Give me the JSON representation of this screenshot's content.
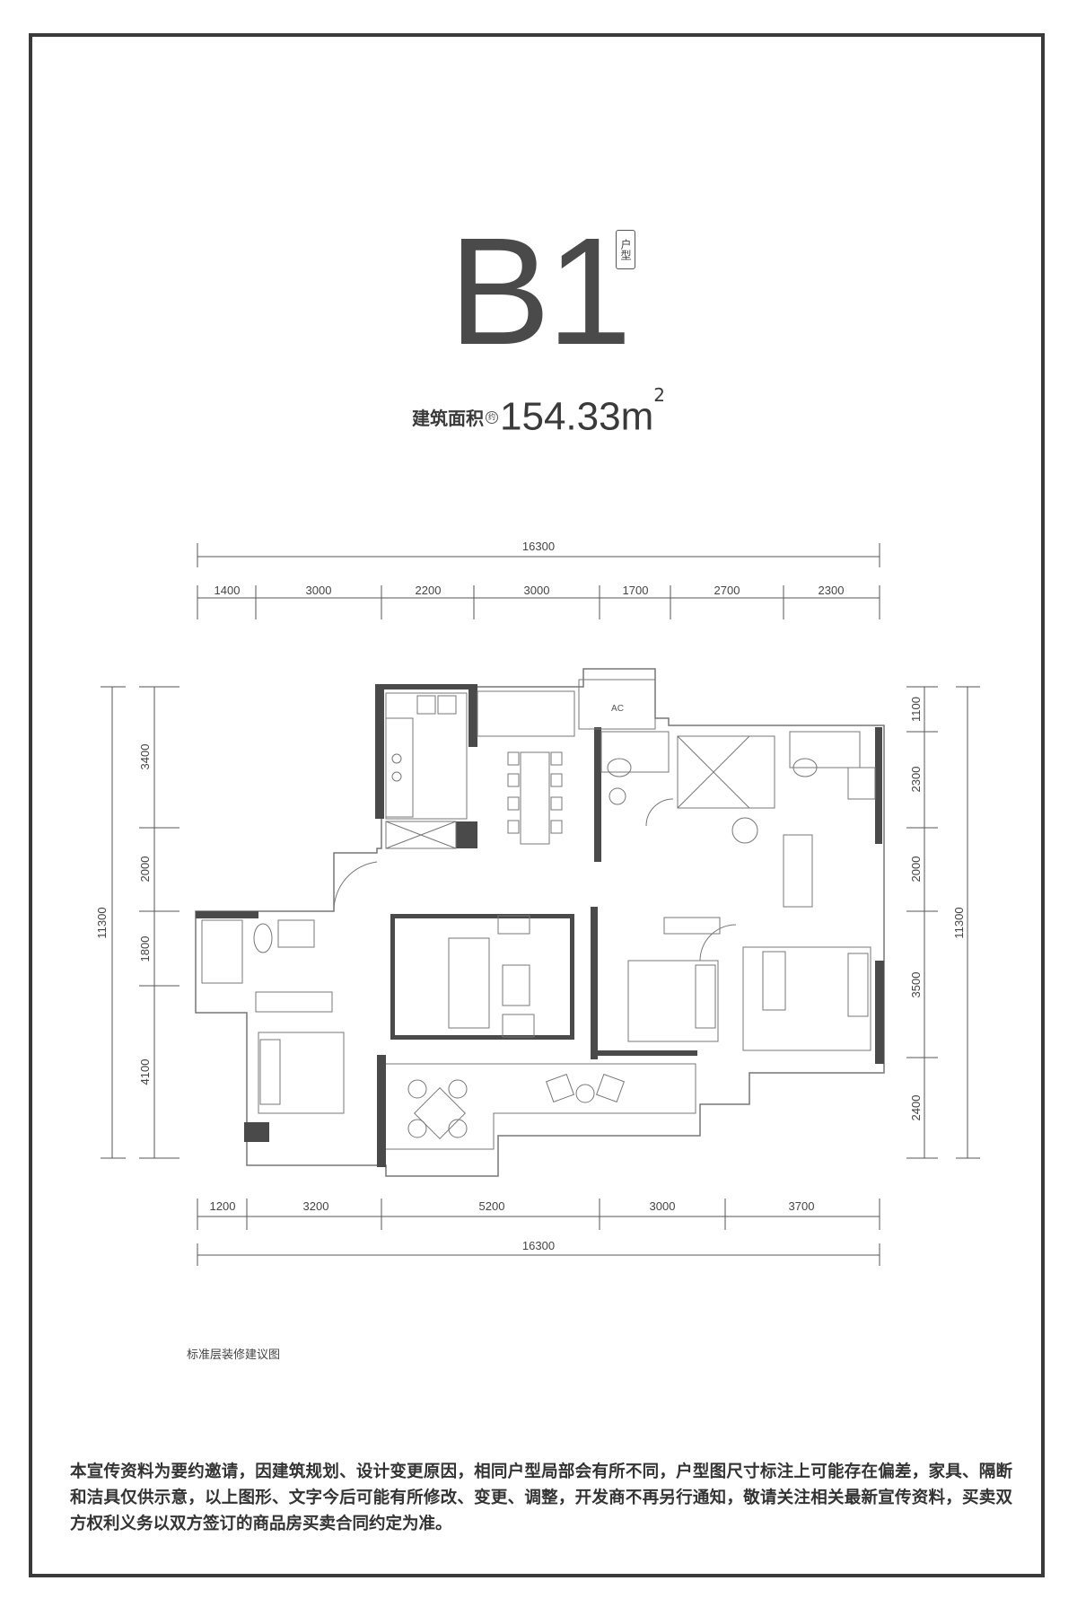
{
  "unit": {
    "code": "B1",
    "tag": "户型"
  },
  "area": {
    "label": "建筑面积",
    "approx_mark": "约",
    "value": "154.33",
    "unit": "m",
    "unit_power": "2"
  },
  "dimensions": {
    "top_total": "16300",
    "top_segments": [
      "1400",
      "3000",
      "2200",
      "3000",
      "1700",
      "2700",
      "2300"
    ],
    "bottom_segments": [
      "1200",
      "3200",
      "5200",
      "3000",
      "3700"
    ],
    "bottom_total": "16300",
    "left_total": "11300",
    "left_segments": [
      "3400",
      "2000",
      "1800",
      "4100"
    ],
    "right_total": "11300",
    "right_segments": [
      "1100",
      "2300",
      "2000",
      "3500",
      "2400"
    ]
  },
  "plan_labels": {
    "ac": "AC"
  },
  "caption": "标准层装修建议图",
  "disclaimer": "本宣传资料为要约邀请，因建筑规划、设计变更原因，相同户型局部会有所不同，户型图尺寸标注上可能存在偏差，家具、隔断和洁具仅供示意，以上图形、文字今后可能有所修改、变更、调整，开发商不再另行通知，敬请关注相关最新宣传资料，买卖双方权利义务以双方签订的商品房买卖合同约定为准。",
  "colors": {
    "frame": "#3a3a3a",
    "wall": "#4a4a4a",
    "line": "#666666"
  }
}
